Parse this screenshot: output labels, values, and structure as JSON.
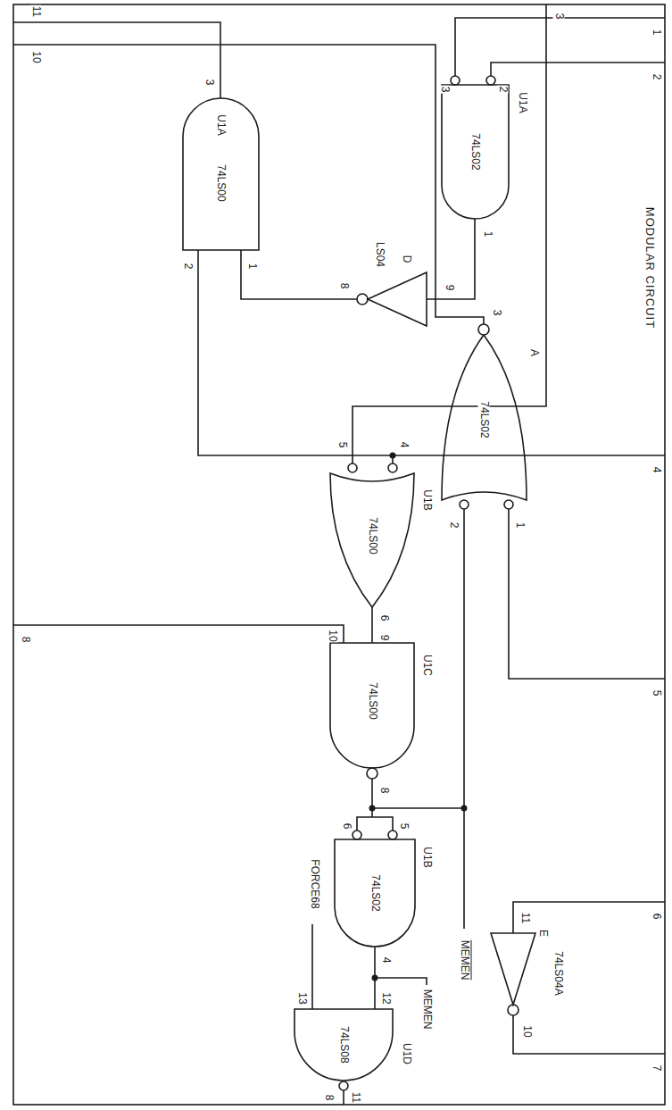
{
  "diagram": {
    "title": "MODULAR CIRCUIT",
    "labels": [
      "1",
      "2",
      "3",
      "4",
      "5",
      "6",
      "7",
      "8",
      "11",
      "10",
      "74LS02",
      "U1A",
      "3",
      "2",
      "1",
      "D",
      "LS04",
      "9",
      "8",
      "74LS00",
      "U1A",
      "3",
      "2",
      "1",
      "A",
      "74LS02",
      "3",
      "2",
      "1",
      "74LS00",
      "U1B",
      "5",
      "4",
      "6",
      "74LS00",
      "U1C",
      "10",
      "9",
      "8",
      "74LS02",
      "U1B",
      "6",
      "5",
      "4",
      "74LS08",
      "U1D",
      "13",
      "12",
      "11",
      "8",
      "FORCE68",
      "MEMEN",
      "MEMEN",
      "E",
      "74LS04A",
      "11",
      "10"
    ]
  }
}
